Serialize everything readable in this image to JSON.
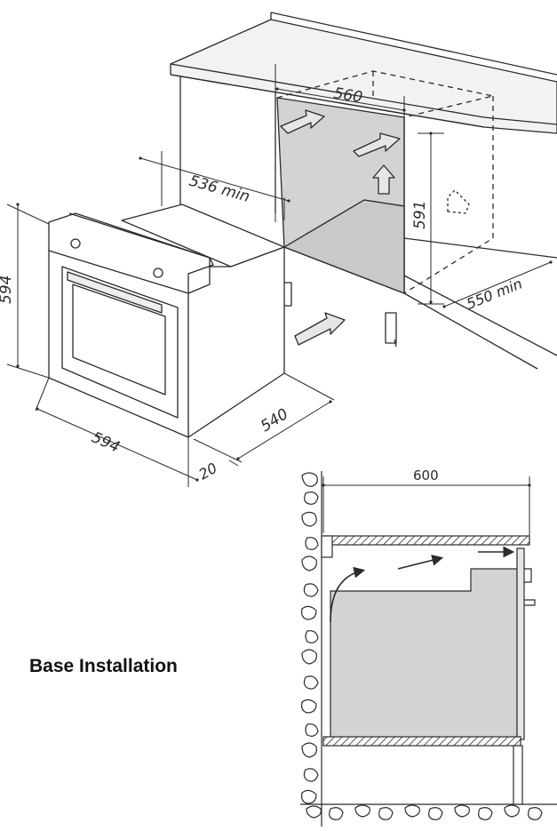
{
  "dimensions": {
    "cavity_width": "560",
    "cavity_depth_min": "536 min",
    "cavity_height": "591",
    "cavity_side_min": "550 min",
    "oven_height": "594",
    "oven_width": "594",
    "oven_depth": "540",
    "front_thickness": "20",
    "section_depth": "600"
  },
  "caption": "Base Installation",
  "colors": {
    "line": "#2b2b2b",
    "cavity_fill": "#d3d3d3",
    "worktop_fill": "#f2f2f2",
    "hatch": "#555555"
  }
}
